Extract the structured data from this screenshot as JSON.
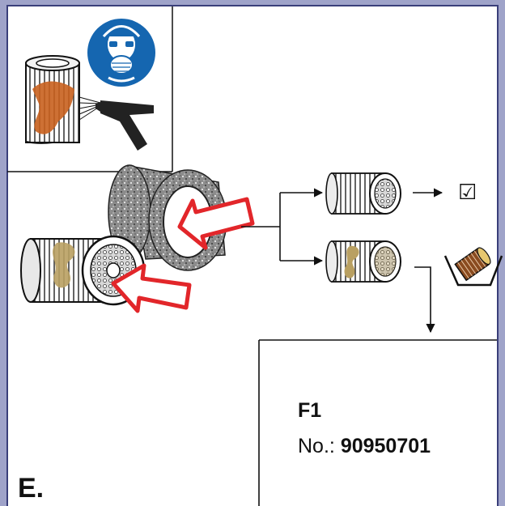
{
  "sheet": {
    "filter_code": "F1",
    "part_number_label": "No.:",
    "part_number": "90950701",
    "step_label": "E.",
    "ok_symbol": "☑",
    "icons": {
      "mandatory": "respirator-mask-mandatory-icon",
      "cleaning": "compressed-air-gun-icon",
      "replace": "discard-filter-bin-icon"
    },
    "colors": {
      "frame": "#9fa3c9",
      "frame_line": "#3a3f7a",
      "mandatory_blue": "#1566b0",
      "dirt": "#c8611e",
      "arrow_red": "#e2262a"
    }
  }
}
